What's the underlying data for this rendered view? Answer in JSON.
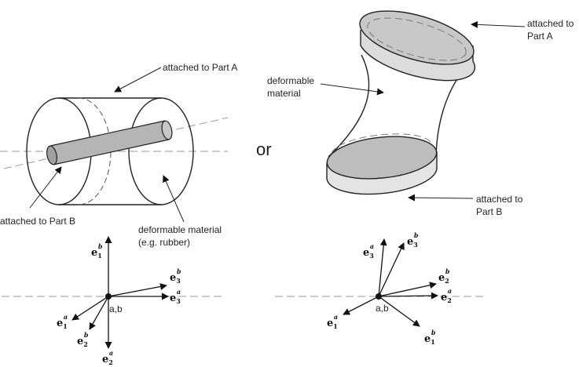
{
  "left_figure": {
    "label_part_a": "attached to Part A",
    "label_part_b": "attached to Part B",
    "label_material_line1": "deformable material",
    "label_material_line2": "(e.g. rubber)"
  },
  "separator": "or",
  "right_figure": {
    "label_material_line1": "deformable",
    "label_material_line2": "material",
    "label_part_a_line1": "attached to",
    "label_part_a_line2": "Part A",
    "label_part_b_line1": "attached to",
    "label_part_b_line2": "Part B"
  },
  "left_triad": {
    "origin_label": "a,b",
    "vectors": [
      {
        "base": "e",
        "sub": "1",
        "sup": "b"
      },
      {
        "base": "e",
        "sub": "3",
        "sup": "b"
      },
      {
        "base": "e",
        "sub": "3",
        "sup": "a"
      },
      {
        "base": "e",
        "sub": "1",
        "sup": "a"
      },
      {
        "base": "e",
        "sub": "2",
        "sup": "b"
      },
      {
        "base": "e",
        "sub": "2",
        "sup": "a"
      }
    ]
  },
  "right_triad": {
    "origin_label": "a,b",
    "vectors": [
      {
        "base": "e",
        "sub": "3",
        "sup": "a"
      },
      {
        "base": "e",
        "sub": "3",
        "sup": "b"
      },
      {
        "base": "e",
        "sub": "2",
        "sup": "b"
      },
      {
        "base": "e",
        "sub": "2",
        "sup": "a"
      },
      {
        "base": "e",
        "sub": "1",
        "sup": "a"
      },
      {
        "base": "e",
        "sub": "1",
        "sup": "b"
      }
    ]
  }
}
